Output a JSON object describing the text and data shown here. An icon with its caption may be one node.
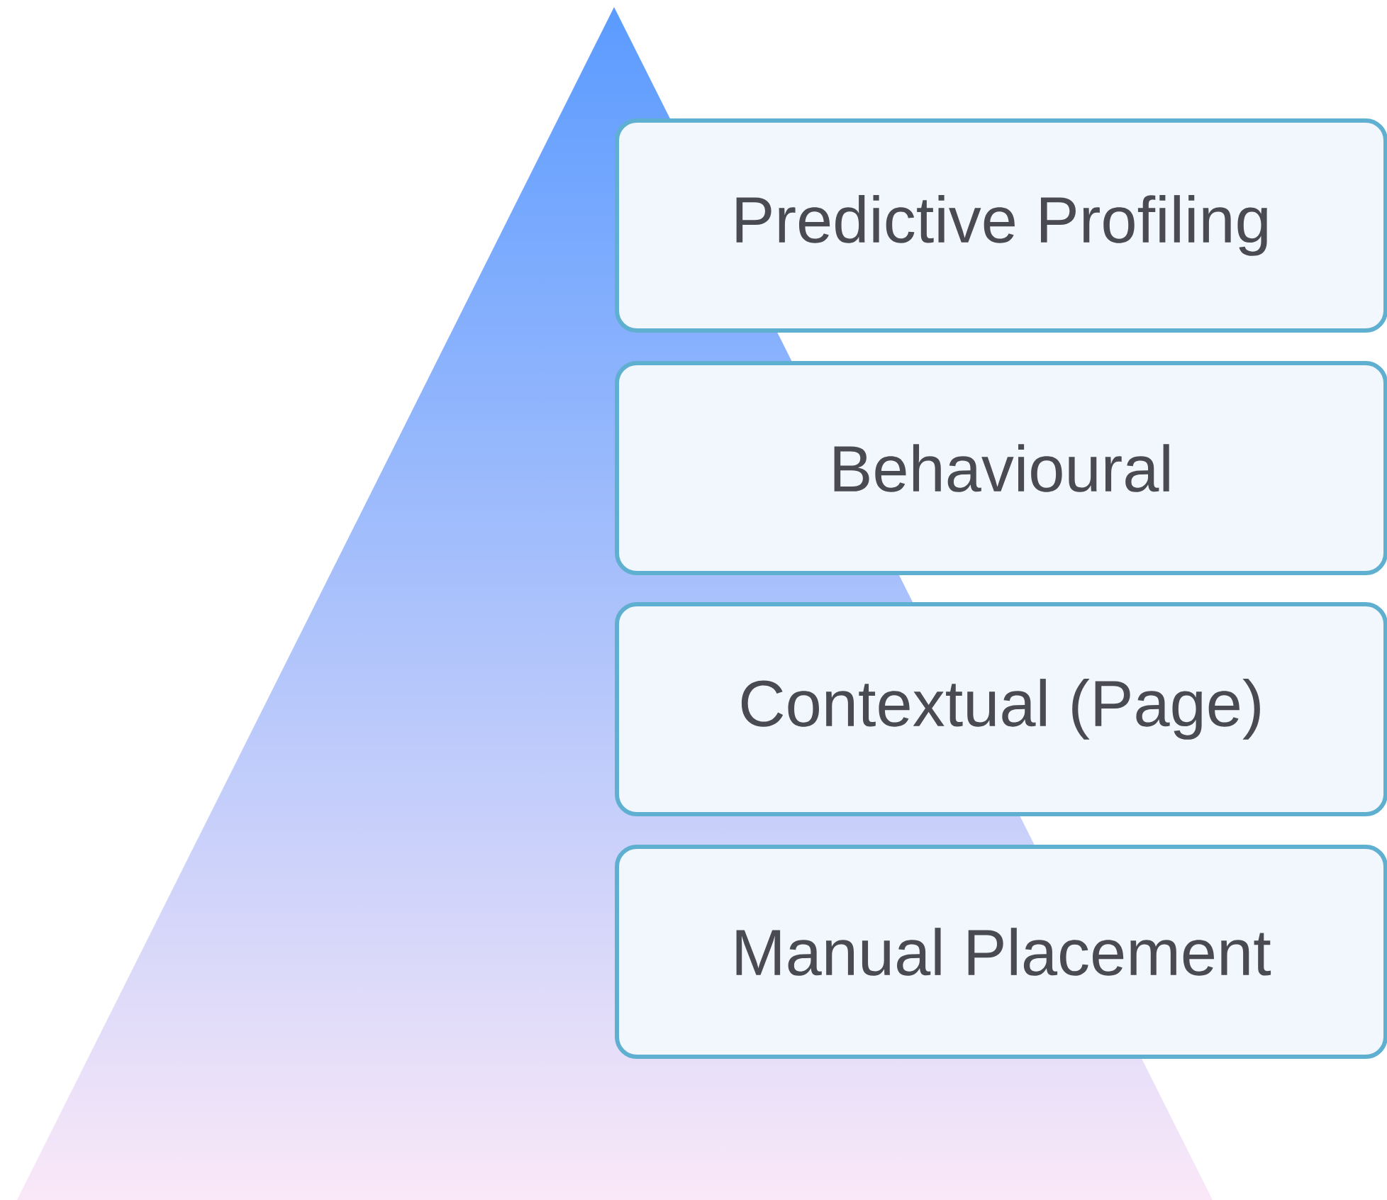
{
  "diagram": {
    "nodes": [
      {
        "text": [
          "Predictive Profiling"
        ]
      },
      {
        "text": [
          "Behavioural"
        ]
      },
      {
        "text": [
          "Contextual (Page)"
        ]
      },
      {
        "text": [
          "Manual Placement"
        ]
      }
    ]
  }
}
